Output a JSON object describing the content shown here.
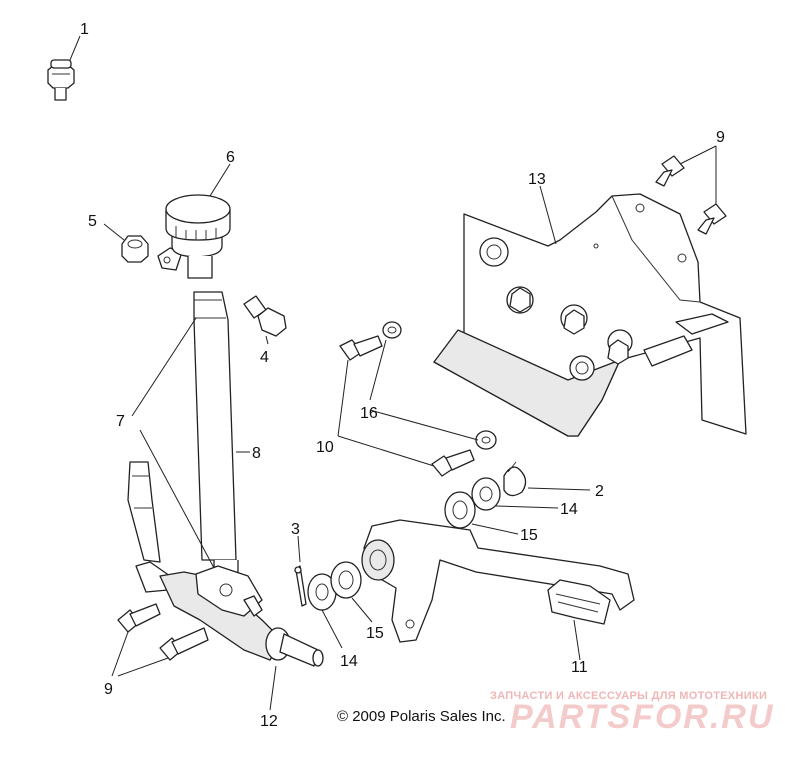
{
  "callouts": {
    "c1": "1",
    "c2": "2",
    "c3": "3",
    "c4": "4",
    "c5": "5",
    "c6": "6",
    "c7": "7",
    "c8": "8",
    "c9a": "9",
    "c9b": "9",
    "c10": "10",
    "c11": "11",
    "c12": "12",
    "c13": "13",
    "c14a": "14",
    "c14b": "14",
    "c15a": "15",
    "c15b": "15",
    "c16": "16"
  },
  "copyright": "© 2009 Polaris Sales Inc.",
  "watermark": {
    "tagline": "ЗАПЧАСТИ И АКСЕССУАРЫ ДЛЯ МОТОТЕХНИКИ",
    "logo": "PARTSFOR.RU"
  },
  "colors": {
    "line": "#222222",
    "watermark": "#f0b6b6",
    "background": "#ffffff"
  }
}
